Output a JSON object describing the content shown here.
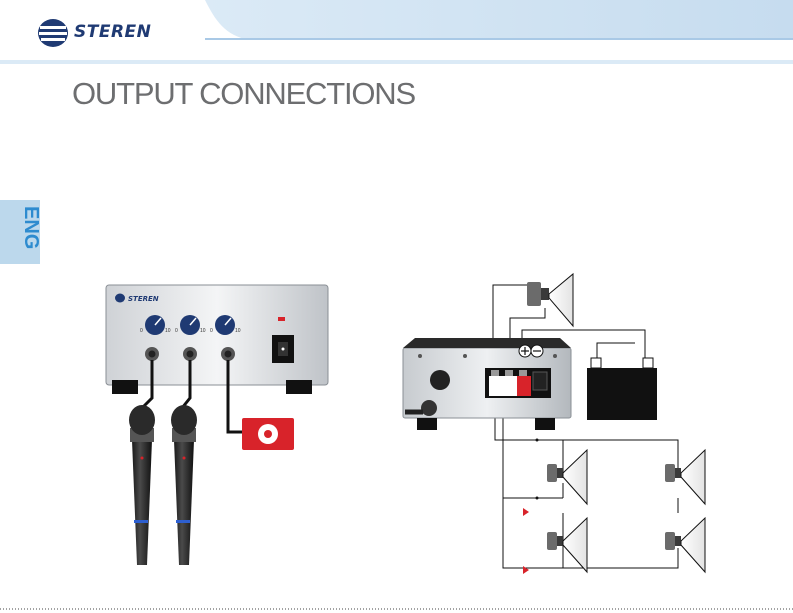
{
  "header": {
    "brand": "STEREN"
  },
  "page": {
    "title": "OUTPUT CONNECTIONS"
  },
  "side_tab": {
    "language": "ENG"
  },
  "amplifier": {
    "brand": "STEREN",
    "knob_min_label": "0",
    "knob_max_label": "10"
  },
  "colors": {
    "brand_blue": "#1f3a73",
    "header_tab": "#cfe4f5",
    "title_gray": "#6d6e70",
    "side_tab_bg": "#bcd8ec",
    "side_tab_text": "#2d8bcf",
    "accent_red": "#d8232a"
  }
}
